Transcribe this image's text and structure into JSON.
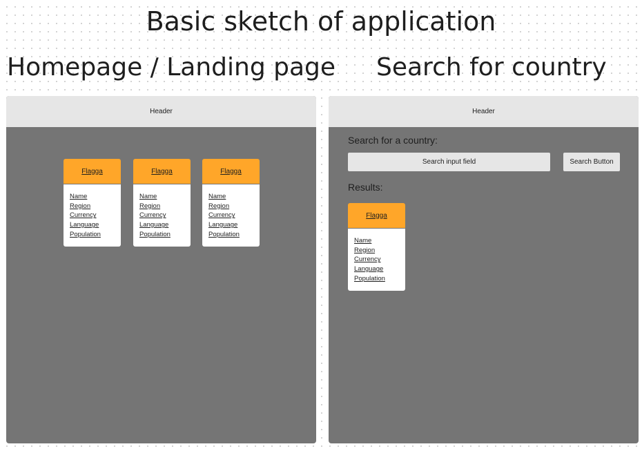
{
  "title": "Basic sketch of application",
  "frames": {
    "home": {
      "title": "Homepage / Landing page",
      "header": "Header",
      "cards": [
        {
          "flag": "Flagga",
          "fields": [
            "Name",
            "Region",
            "Currency",
            "Language",
            "Population"
          ]
        },
        {
          "flag": "Flagga",
          "fields": [
            "Name",
            "Region",
            "Currency",
            "Language",
            "Population"
          ]
        },
        {
          "flag": "Flagga",
          "fields": [
            "Name",
            "Region",
            "Currency",
            "Language",
            "Population"
          ]
        }
      ]
    },
    "search": {
      "title": "Search for country",
      "header": "Header",
      "search_label": "Search for a country:",
      "input_placeholder": "Search input field",
      "button_label": "Search Button",
      "results_label": "Results:",
      "result_card": {
        "flag": "Flagga",
        "fields": [
          "Name",
          "Region",
          "Currency",
          "Language",
          "Population"
        ]
      }
    }
  },
  "colors": {
    "frame_bg": "#757575",
    "header_bg": "#e6e6e6",
    "flag_bg": "#ffa629",
    "card_bg": "#ffffff"
  }
}
